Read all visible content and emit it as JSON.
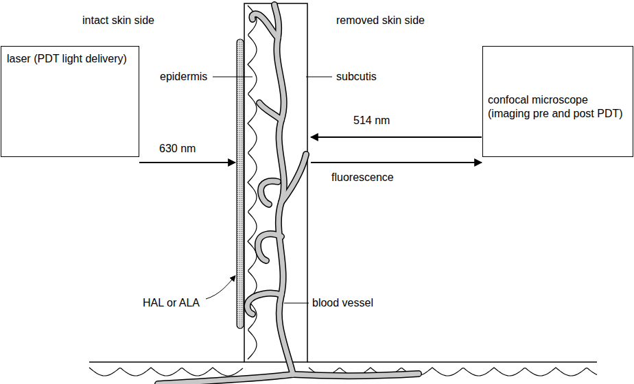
{
  "diagram": {
    "nodes": [
      {
        "text": [
          "laser (PDT light delivery)"
        ]
      },
      {
        "text": [
          "confocal microscope (imaging pre and post PDT)"
        ]
      }
    ],
    "labels": [
      "intact skin side",
      "removed skin side",
      "epidermis",
      "subcutis",
      "630 nm",
      "514 nm",
      "fluorescence",
      "HAL or ALA",
      "blood vessel"
    ]
  }
}
